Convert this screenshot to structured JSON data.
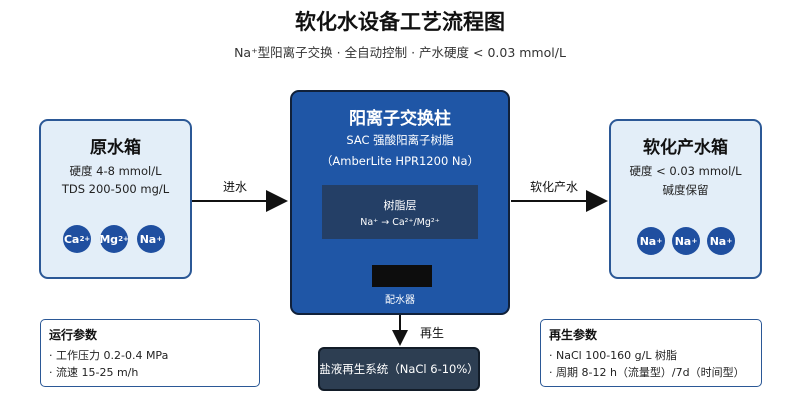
{
  "title": "软化水设备工艺流程图",
  "subtitle": "Na⁺型阳离子交换 · 全自动控制 · 产水硬度 < 0.03 mmol/L",
  "raw_tank": {
    "title": "原水箱",
    "lines": [
      "硬度 4-8 mmol/L",
      "TDS 200-500 mg/L"
    ],
    "ions": [
      {
        "symbol": "Ca",
        "charge": "2+"
      },
      {
        "symbol": "Mg",
        "charge": "2+"
      },
      {
        "symbol": "Na",
        "charge": "+"
      }
    ]
  },
  "inlet_label": "进水",
  "column": {
    "title": "阳离子交换柱",
    "line1": "SAC 强酸阳离子树脂",
    "line2": "（AmberLite HPR1200 Na）",
    "resin_title": "树脂层",
    "resin_eq": "Na⁺ → Ca²⁺/Mg²⁺",
    "distributor_label": "配水器"
  },
  "outlet_label": "软化产水",
  "soft_tank": {
    "title": "软化产水箱",
    "lines": [
      "硬度 < 0.03 mmol/L",
      "碱度保留"
    ],
    "ions": [
      {
        "symbol": "Na",
        "charge": "+"
      },
      {
        "symbol": "Na",
        "charge": "+"
      },
      {
        "symbol": "Na",
        "charge": "+"
      }
    ]
  },
  "regen_label": "再生",
  "regen_system": "盐液再生系统（NaCl 6-10%）",
  "run_params": {
    "title": "运行参数",
    "items": [
      "· 工作压力 0.2-0.4 MPa",
      "· 流速 15-25 m/h"
    ]
  },
  "regen_params": {
    "title": "再生参数",
    "items": [
      "· NaCl 100-160 g/L 树脂",
      "· 周期 8-12 h（流量型）/7d（时间型）"
    ]
  },
  "colors": {
    "accent": "#1f56a6",
    "tank_fill": "#e3eef8",
    "tank_border": "#2b5896",
    "ion_fill": "#1f4fa0",
    "resin_fill": "#243f66",
    "regen_fill": "#2d3e52"
  }
}
